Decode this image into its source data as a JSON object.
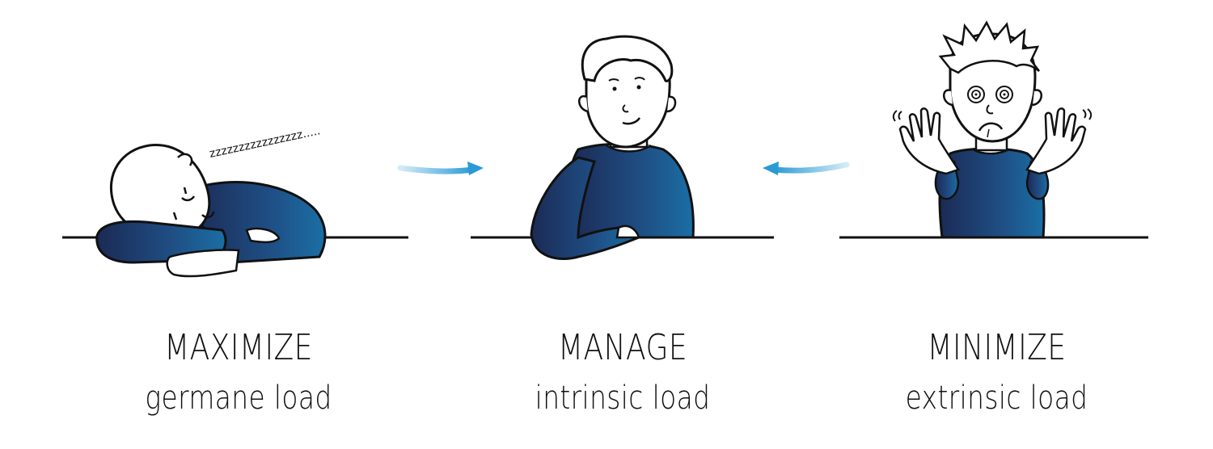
{
  "colors": {
    "ink": "#111111",
    "shirt_dark": "#1b2a55",
    "shirt_mid": "#1f4f85",
    "shirt_light": "#1a6fa5",
    "arrow": "#2a9ad6"
  },
  "panels": [
    {
      "id": "maximize",
      "title": "MAXIMIZE",
      "subtitle": "germane load",
      "figure": "sleeping-person-icon"
    },
    {
      "id": "manage",
      "title": "MANAGE",
      "subtitle": "intrinsic load",
      "figure": "content-person-icon"
    },
    {
      "id": "minimize",
      "title": "MINIMIZE",
      "subtitle": "extrinsic load",
      "figure": "overwhelmed-person-icon"
    }
  ],
  "arrows": [
    {
      "id": "arrow-right",
      "direction": "right",
      "icon": "arrow-right-icon"
    },
    {
      "id": "arrow-left",
      "direction": "left",
      "icon": "arrow-left-icon"
    }
  ],
  "sleep_text": "zzzzzzzzzzzzzzzz....."
}
